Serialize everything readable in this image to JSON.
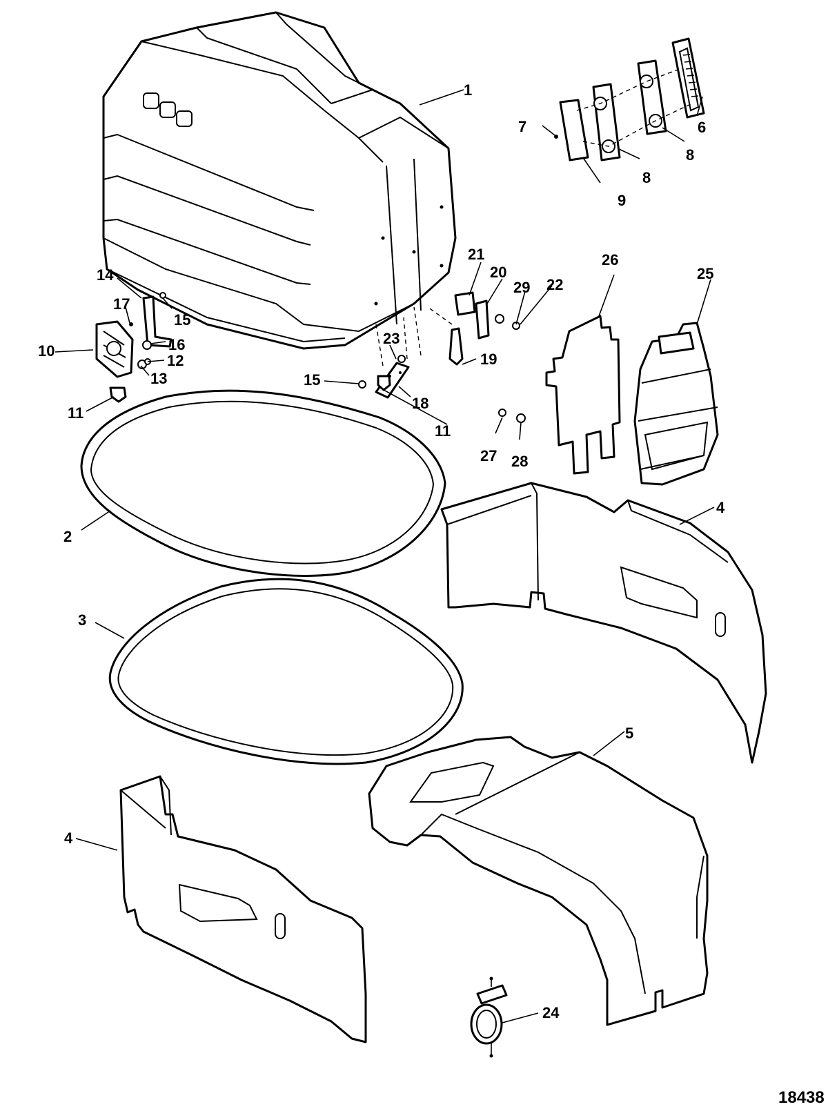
{
  "diagram": {
    "figure_number": "18438",
    "callouts": [
      {
        "id": "c1",
        "label": "1"
      },
      {
        "id": "c2",
        "label": "2"
      },
      {
        "id": "c3",
        "label": "3"
      },
      {
        "id": "c4a",
        "label": "4"
      },
      {
        "id": "c4b",
        "label": "4"
      },
      {
        "id": "c5",
        "label": "5"
      },
      {
        "id": "c6",
        "label": "6"
      },
      {
        "id": "c7",
        "label": "7"
      },
      {
        "id": "c8a",
        "label": "8"
      },
      {
        "id": "c8b",
        "label": "8"
      },
      {
        "id": "c9",
        "label": "9"
      },
      {
        "id": "c10",
        "label": "10"
      },
      {
        "id": "c11a",
        "label": "11"
      },
      {
        "id": "c11b",
        "label": "11"
      },
      {
        "id": "c12",
        "label": "12"
      },
      {
        "id": "c13",
        "label": "13"
      },
      {
        "id": "c14",
        "label": "14"
      },
      {
        "id": "c15a",
        "label": "15"
      },
      {
        "id": "c15b",
        "label": "15"
      },
      {
        "id": "c16",
        "label": "16"
      },
      {
        "id": "c17",
        "label": "17"
      },
      {
        "id": "c18",
        "label": "18"
      },
      {
        "id": "c19",
        "label": "19"
      },
      {
        "id": "c20",
        "label": "20"
      },
      {
        "id": "c21",
        "label": "21"
      },
      {
        "id": "c22",
        "label": "22"
      },
      {
        "id": "c23",
        "label": "23"
      },
      {
        "id": "c24",
        "label": "24"
      },
      {
        "id": "c25",
        "label": "25"
      },
      {
        "id": "c26",
        "label": "26"
      },
      {
        "id": "c27",
        "label": "27"
      },
      {
        "id": "c28",
        "label": "28"
      },
      {
        "id": "c29",
        "label": "29"
      }
    ]
  }
}
